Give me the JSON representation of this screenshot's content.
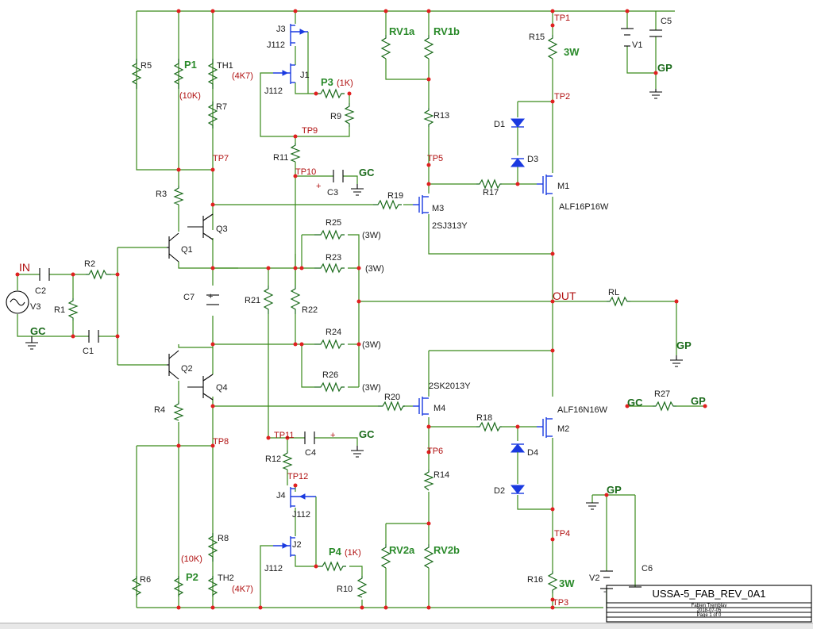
{
  "labels": {
    "J3": "J3",
    "J112a": "J112",
    "J1": "J1",
    "J112b": "J112",
    "R4K7a": "(4K7)",
    "P3": "P3",
    "P3v": "(1K)",
    "R9": "R9",
    "TP9": "TP9",
    "R11": "R11",
    "TP10": "TP10",
    "C3": "C3",
    "GC1": "GC",
    "R5": "R5",
    "P1": "P1",
    "P1v": "(10K)",
    "TH1": "TH1",
    "R7": "R7",
    "TP7": "TP7",
    "R3": "R3",
    "Q3": "Q3",
    "Q1": "Q1",
    "IN": "IN",
    "C2": "C2",
    "R2": "R2",
    "V3": "V3",
    "R1": "R1",
    "GC2": "GC",
    "C1": "C1",
    "C7": "C7",
    "R21": "R21",
    "R22": "R22",
    "R25": "R25",
    "R23": "R23",
    "R24": "R24",
    "R26": "R26",
    "W3a": "(3W)",
    "W3b": "(3W)",
    "W3c": "(3W)",
    "W3d": "(3W)",
    "Q2": "Q2",
    "Q4": "Q4",
    "R4": "R4",
    "TP8": "TP8",
    "TP11": "TP11",
    "C4": "C4",
    "GC3": "GC",
    "R12": "R12",
    "TP12": "TP12",
    "J4": "J4",
    "J112c": "J112",
    "J2": "J2",
    "J112d": "J112",
    "P4": "P4",
    "P4v": "(1K)",
    "R10": "R10",
    "R6": "R6",
    "P2": "P2",
    "P2v": "(10K)",
    "R8": "R8",
    "TH2": "TH2",
    "R4K7b": "(4K7)",
    "RV1a": "RV1a",
    "RV1b": "RV1b",
    "R13": "R13",
    "TP5": "TP5",
    "R19": "R19",
    "M3": "M3",
    "SJ": "2SJ313Y",
    "R17": "R17",
    "M1": "M1",
    "ALF16P": "ALF16P16W",
    "TP1": "TP1",
    "R15": "R15",
    "W3e": "3W",
    "TP2": "TP2",
    "D1": "D1",
    "D3": "D3",
    "V1": "V1",
    "C5": "C5",
    "GP1": "GP",
    "OUT": "OUT",
    "RL": "RL",
    "GP2": "GP",
    "SK": "2SK2013Y",
    "R20": "R20",
    "M4": "M4",
    "ALF16N": "ALF16N16W",
    "R18": "R18",
    "M2": "M2",
    "D4": "D4",
    "TP6": "TP6",
    "R14": "R14",
    "D2": "D2",
    "RV2a": "RV2a",
    "RV2b": "RV2b",
    "TP4": "TP4",
    "R16": "R16",
    "W3f": "3W",
    "TP3": "TP3",
    "GC4": "GC",
    "R27": "R27",
    "GP3": "GP",
    "GP4": "GP",
    "V2": "V2",
    "C6": "C6",
    "plus1": "+",
    "plus2": "+",
    "plus3": "+",
    "minus3": "-"
  },
  "title_block": {
    "title": "USSA-5_FAB_REV_0A1",
    "author": "Fabien Tremblay",
    "date": "2018-07-05",
    "page": "Page 1 of 0"
  }
}
